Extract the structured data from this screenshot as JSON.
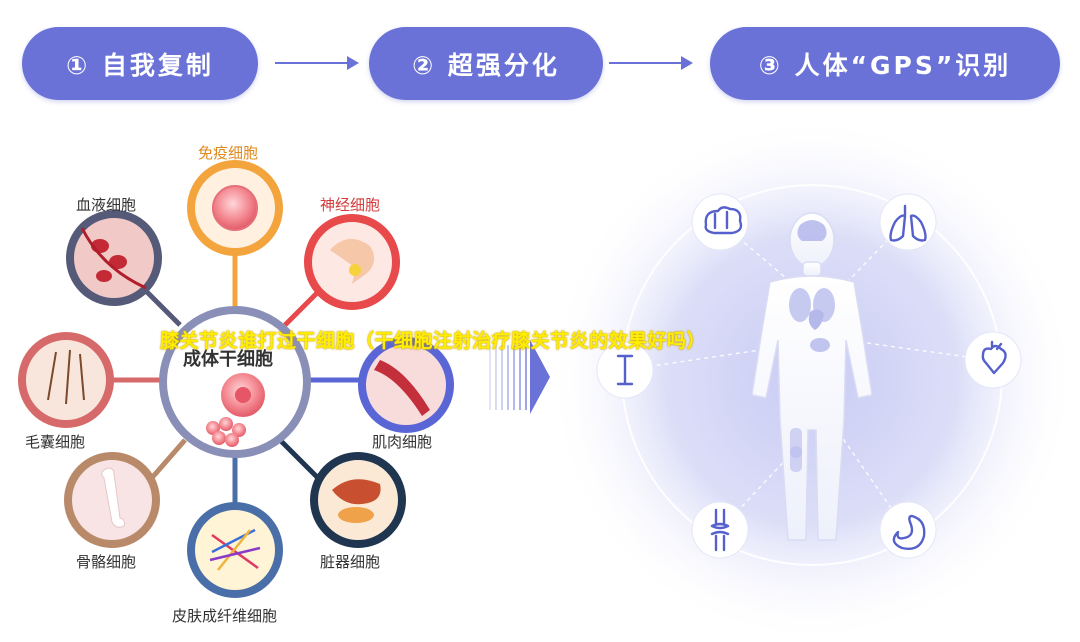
{
  "steps": [
    {
      "label": "① 自我复制"
    },
    {
      "label": "② 超强分化"
    },
    {
      "label": "③ 人体“GPS”识别"
    }
  ],
  "center": {
    "label": "成体干细胞"
  },
  "cells": [
    {
      "label": "免疫细胞",
      "color": "#f4a43c"
    },
    {
      "label": "神经细胞",
      "color": "#e8494a"
    },
    {
      "label": "肌肉细胞",
      "color": "#5b66d6"
    },
    {
      "label": "脏器细胞",
      "color": "#1f3550"
    },
    {
      "label": "皮肤成纤维细胞",
      "color": "#4a6fa8"
    },
    {
      "label": "骨骼细胞",
      "color": "#b98a6a"
    },
    {
      "label": "毛囊细胞",
      "color": "#d66a6a"
    },
    {
      "label": "血液细胞",
      "color": "#545a78"
    }
  ],
  "body_targets": [
    {
      "name": "brain-icon"
    },
    {
      "name": "lungs-icon"
    },
    {
      "name": "heart-icon"
    },
    {
      "name": "stomach-icon"
    },
    {
      "name": "knee-joint-icon"
    },
    {
      "name": "bone-icon"
    }
  ],
  "overlay_title": "膝关节炎谁打过干细胞（干细胞注射治疗膝关节炎的效果好吗）",
  "colors": {
    "accent": "#6a72d8",
    "overlay": "#ffee00"
  }
}
